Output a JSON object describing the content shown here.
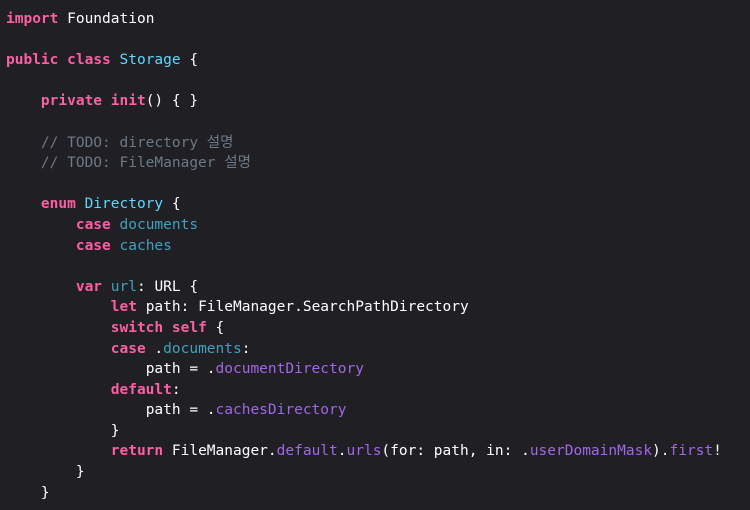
{
  "editor": {
    "lines": [
      {
        "indent": "",
        "tokens": [
          {
            "t": "kw",
            "v": "import"
          },
          {
            "t": "plain",
            "v": " Foundation"
          }
        ]
      },
      {
        "indent": "",
        "tokens": []
      },
      {
        "indent": "",
        "tokens": [
          {
            "t": "kw",
            "v": "public"
          },
          {
            "t": "plain",
            "v": " "
          },
          {
            "t": "kw",
            "v": "class"
          },
          {
            "t": "plain",
            "v": " "
          },
          {
            "t": "type",
            "v": "Storage"
          },
          {
            "t": "plain",
            "v": " {"
          }
        ]
      },
      {
        "indent": "",
        "tokens": []
      },
      {
        "indent": "    ",
        "tokens": [
          {
            "t": "kw",
            "v": "private"
          },
          {
            "t": "plain",
            "v": " "
          },
          {
            "t": "kw",
            "v": "init"
          },
          {
            "t": "plain",
            "v": "() { }"
          }
        ]
      },
      {
        "indent": "",
        "tokens": []
      },
      {
        "indent": "    ",
        "tokens": [
          {
            "t": "comment",
            "v": "// TODO: directory 설명"
          }
        ]
      },
      {
        "indent": "    ",
        "tokens": [
          {
            "t": "comment",
            "v": "// TODO: FileManager 설명"
          }
        ]
      },
      {
        "indent": "",
        "tokens": []
      },
      {
        "indent": "    ",
        "tokens": [
          {
            "t": "kw",
            "v": "enum"
          },
          {
            "t": "plain",
            "v": " "
          },
          {
            "t": "type",
            "v": "Directory"
          },
          {
            "t": "plain",
            "v": " {"
          }
        ]
      },
      {
        "indent": "        ",
        "tokens": [
          {
            "t": "kw",
            "v": "case"
          },
          {
            "t": "plain",
            "v": " "
          },
          {
            "t": "case",
            "v": "documents"
          }
        ]
      },
      {
        "indent": "        ",
        "tokens": [
          {
            "t": "kw",
            "v": "case"
          },
          {
            "t": "plain",
            "v": " "
          },
          {
            "t": "case",
            "v": "caches"
          }
        ]
      },
      {
        "indent": "",
        "tokens": []
      },
      {
        "indent": "        ",
        "tokens": [
          {
            "t": "kw",
            "v": "var"
          },
          {
            "t": "plain",
            "v": " "
          },
          {
            "t": "case",
            "v": "url"
          },
          {
            "t": "plain",
            "v": ": URL {"
          }
        ]
      },
      {
        "indent": "            ",
        "tokens": [
          {
            "t": "kw",
            "v": "let"
          },
          {
            "t": "plain",
            "v": " path: FileManager.SearchPathDirectory"
          }
        ]
      },
      {
        "indent": "            ",
        "tokens": [
          {
            "t": "kw",
            "v": "switch"
          },
          {
            "t": "plain",
            "v": " "
          },
          {
            "t": "kw",
            "v": "self"
          },
          {
            "t": "plain",
            "v": " {"
          }
        ]
      },
      {
        "indent": "            ",
        "tokens": [
          {
            "t": "kw",
            "v": "case"
          },
          {
            "t": "plain",
            "v": " ."
          },
          {
            "t": "case",
            "v": "documents"
          },
          {
            "t": "plain",
            "v": ":"
          }
        ]
      },
      {
        "indent": "                ",
        "tokens": [
          {
            "t": "plain",
            "v": "path = ."
          },
          {
            "t": "prop",
            "v": "documentDirectory"
          }
        ]
      },
      {
        "indent": "            ",
        "tokens": [
          {
            "t": "kw",
            "v": "default"
          },
          {
            "t": "plain",
            "v": ":"
          }
        ]
      },
      {
        "indent": "                ",
        "tokens": [
          {
            "t": "plain",
            "v": "path = ."
          },
          {
            "t": "prop",
            "v": "cachesDirectory"
          }
        ]
      },
      {
        "indent": "            ",
        "tokens": [
          {
            "t": "plain",
            "v": "}"
          }
        ]
      },
      {
        "indent": "            ",
        "tokens": [
          {
            "t": "kw",
            "v": "return"
          },
          {
            "t": "plain",
            "v": " FileManager."
          },
          {
            "t": "prop",
            "v": "default"
          },
          {
            "t": "plain",
            "v": "."
          },
          {
            "t": "prop",
            "v": "urls"
          },
          {
            "t": "plain",
            "v": "(for: path, in: ."
          },
          {
            "t": "prop",
            "v": "userDomainMask"
          },
          {
            "t": "plain",
            "v": ")."
          },
          {
            "t": "prop",
            "v": "first"
          },
          {
            "t": "plain",
            "v": "!"
          }
        ]
      },
      {
        "indent": "        ",
        "tokens": [
          {
            "t": "plain",
            "v": "}"
          }
        ]
      },
      {
        "indent": "    ",
        "tokens": [
          {
            "t": "plain",
            "v": "}"
          }
        ]
      }
    ]
  },
  "colors": {
    "background": "#1f1f24",
    "keyword": "#fc5fa3",
    "type": "#5dd8ff",
    "case_member": "#41a1c0",
    "property": "#a167e6",
    "plain": "#ffffff",
    "comment": "#6c7986"
  }
}
